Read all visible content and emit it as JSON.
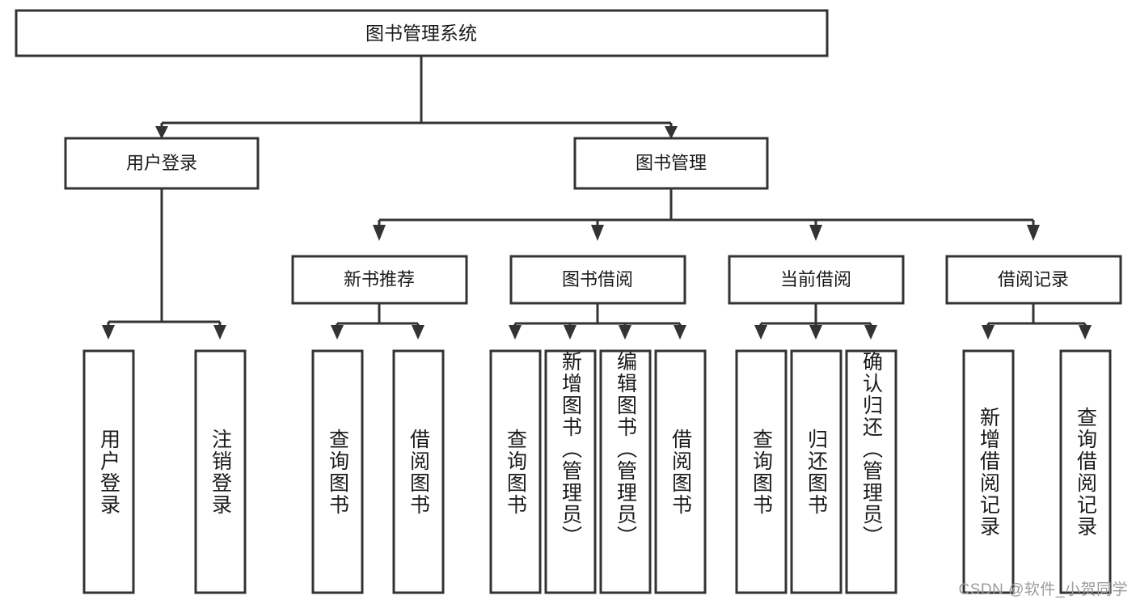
{
  "diagram": {
    "title": "图书管理系统",
    "type": "tree-hierarchy",
    "watermark": "CSDN @软件_小贺同学",
    "colors": {
      "stroke": "#333333",
      "fill": "#ffffff",
      "text": "#1a1a1a",
      "watermark": "#9c9c9c"
    },
    "root": {
      "label": "图书管理系统"
    },
    "level2": [
      {
        "label": "用户登录"
      },
      {
        "label": "图书管理"
      }
    ],
    "level3": [
      {
        "label": "新书推荐"
      },
      {
        "label": "图书借阅"
      },
      {
        "label": "当前借阅"
      },
      {
        "label": "借阅记录"
      }
    ],
    "leaves": {
      "user_login": [
        {
          "label": "用户登录"
        },
        {
          "label": "注销登录"
        }
      ],
      "new_book": [
        {
          "label": "查询图书"
        },
        {
          "label": "借阅图书"
        }
      ],
      "book_borrow": [
        {
          "label": "查询图书"
        },
        {
          "label": "新增图书（管理员）"
        },
        {
          "label": "编辑图书（管理员）"
        },
        {
          "label": "借阅图书"
        }
      ],
      "current_borrow": [
        {
          "label": "查询图书"
        },
        {
          "label": "归还图书"
        },
        {
          "label": "确认归还（管理员）"
        }
      ],
      "borrow_record": [
        {
          "label": "新增借阅记录"
        },
        {
          "label": "查询借阅记录"
        }
      ]
    }
  }
}
